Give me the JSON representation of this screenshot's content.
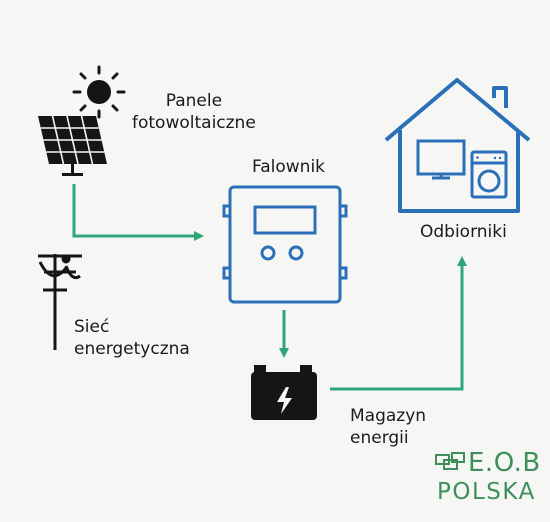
{
  "labels": {
    "panels": [
      "Panele",
      "fotowoltaiczne"
    ],
    "inverter": "Falownik",
    "grid": [
      "Sieć",
      "energetyczna"
    ],
    "loads": "Odbiorniki",
    "storage": [
      "Magazyn",
      "energii"
    ]
  },
  "logo": {
    "top": "E.O.B",
    "bottom": "POLSKA"
  },
  "colors": {
    "flow_arrow": "#2fa67a",
    "inverter_outline": "#2a6fb8",
    "house_outline": "#2a6fb8",
    "dark_icon": "#151515",
    "logo": "#3e8f5a"
  },
  "icons": [
    "sun-icon",
    "solar-panel-icon",
    "power-pole-icon",
    "inverter-icon",
    "battery-icon",
    "house-icon",
    "tv-icon",
    "washing-machine-icon"
  ]
}
